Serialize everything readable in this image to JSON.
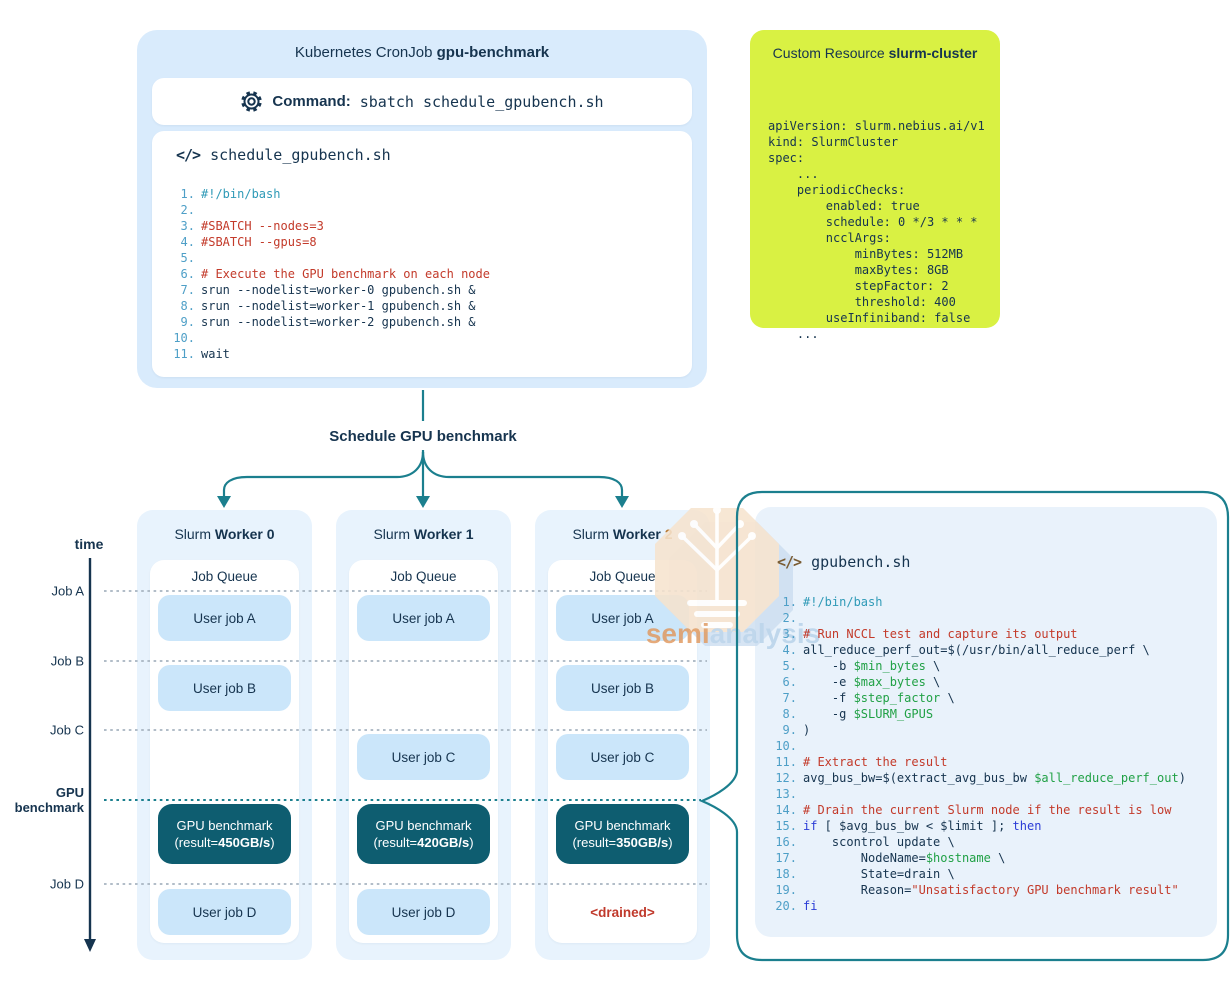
{
  "colors": {
    "navy": "#16344f",
    "teal_stroke": "#1b7f8e",
    "bench_teal": "#0e5d70",
    "panel_blue": "#d9ebfc",
    "worker_blue": "#e8f3fd",
    "job_blue": "#cbe6fa",
    "lime": "#d9f143",
    "comment_red": "#c33a2a",
    "shebang_teal": "#2f9ab7",
    "variable_green": "#21a146",
    "keyword_blue": "#2b3cd6",
    "line_number_blue": "#4e9fc7",
    "orange_num": "#b87a35",
    "drained_red": "#c0392b",
    "dash_grey": "#a7b4c0"
  },
  "icons": {
    "gear": "gear-icon",
    "code_glyph": "</>"
  },
  "cronjob": {
    "title_prefix": "Kubernetes CronJob ",
    "title_bold": "gpu-benchmark",
    "command_label": "Command:",
    "command_value": "sbatch schedule_gpubench.sh",
    "script_name": "schedule_gpubench.sh",
    "code": [
      {
        "n": "1.",
        "p": [
          {
            "t": "#!/bin/bash",
            "c": "sh"
          }
        ]
      },
      {
        "n": "2.",
        "p": []
      },
      {
        "n": "3.",
        "p": [
          {
            "t": "#SBATCH --nodes=3",
            "c": "cm"
          }
        ]
      },
      {
        "n": "4.",
        "p": [
          {
            "t": "#SBATCH --gpus=8",
            "c": "cm"
          }
        ]
      },
      {
        "n": "5.",
        "p": []
      },
      {
        "n": "6.",
        "p": [
          {
            "t": "# Execute the GPU benchmark on each node",
            "c": "cm"
          }
        ]
      },
      {
        "n": "7.",
        "p": [
          {
            "t": "srun --nodelist=worker-0 gpubench.sh &",
            "c": "tx"
          }
        ]
      },
      {
        "n": "8.",
        "p": [
          {
            "t": "srun --nodelist=worker-1 gpubench.sh &",
            "c": "tx"
          }
        ]
      },
      {
        "n": "9.",
        "p": [
          {
            "t": "srun --nodelist=worker-2 gpubench.sh &",
            "c": "tx"
          }
        ]
      },
      {
        "n": "10.",
        "p": []
      },
      {
        "n": "11.",
        "p": [
          {
            "t": "wait",
            "c": "tx"
          }
        ]
      }
    ]
  },
  "crd": {
    "title_prefix": "Custom Resource ",
    "title_bold": "slurm-cluster",
    "yaml": [
      "apiVersion: slurm.nebius.ai/v1",
      "kind: SlurmCluster",
      "spec:",
      "    ...",
      "    periodicChecks:",
      "        enabled: true",
      "        schedule: 0 */3 * * *",
      "        ncclArgs:",
      "            minBytes: 512MB",
      "            maxBytes: 8GB",
      "            stepFactor: 2",
      "            threshold: 400",
      "        useInfiniband: false",
      "    ..."
    ]
  },
  "flow": {
    "schedule_label": "Schedule GPU benchmark"
  },
  "timeline": {
    "axis_label": "time",
    "rows": [
      "Job A",
      "Job B",
      "Job C",
      "GPU benchmark",
      "Job D"
    ]
  },
  "workers": [
    {
      "title_prefix": "Slurm ",
      "title_bold": "Worker 0",
      "title_num": "",
      "queue_label": "Job Queue",
      "slots": [
        {
          "t": "job",
          "label": "User job A"
        },
        {
          "t": "job",
          "label": "User job B"
        },
        {
          "t": "none"
        },
        {
          "t": "bench",
          "line1": "GPU benchmark",
          "pre": "(result=",
          "val": "450GB/s",
          "post": ")"
        },
        {
          "t": "job",
          "label": "User job D"
        }
      ]
    },
    {
      "title_prefix": "Slurm ",
      "title_bold": "Worker 1",
      "title_num": "",
      "queue_label": "Job Queue",
      "slots": [
        {
          "t": "job",
          "label": "User job A"
        },
        {
          "t": "none"
        },
        {
          "t": "job",
          "label": "User job C"
        },
        {
          "t": "bench",
          "line1": "GPU benchmark",
          "pre": "(result=",
          "val": "420GB/s",
          "post": ")"
        },
        {
          "t": "job",
          "label": "User job D"
        }
      ]
    },
    {
      "title_prefix": "Slurm ",
      "title_bold": "Worker ",
      "title_num": "2",
      "queue_label": "Job Queue",
      "slots": [
        {
          "t": "job",
          "label": "User job A"
        },
        {
          "t": "job",
          "label": "User job B"
        },
        {
          "t": "job",
          "label": "User job C"
        },
        {
          "t": "bench",
          "line1": "GPU benchmark",
          "pre": "(result=",
          "val": "350GB/s",
          "post": ")"
        },
        {
          "t": "drained",
          "label": "<drained>"
        }
      ]
    }
  ],
  "gpubench": {
    "script_name": "gpubench.sh",
    "code": [
      {
        "n": "1.",
        "p": [
          {
            "t": "#!/bin/bash",
            "c": "sh"
          }
        ]
      },
      {
        "n": "2.",
        "p": []
      },
      {
        "n": "3.",
        "p": [
          {
            "t": "# Run NCCL test and capture its output",
            "c": "cm"
          }
        ]
      },
      {
        "n": "4.",
        "p": [
          {
            "t": "all_reduce_perf_out=$(/usr/bin/all_reduce_perf \\",
            "c": "tx"
          }
        ]
      },
      {
        "n": "5.",
        "p": [
          {
            "t": "    -b ",
            "c": "tx"
          },
          {
            "t": "$min_bytes",
            "c": "vr"
          },
          {
            "t": " \\",
            "c": "tx"
          }
        ]
      },
      {
        "n": "6.",
        "p": [
          {
            "t": "    -e ",
            "c": "tx"
          },
          {
            "t": "$max_bytes",
            "c": "vr"
          },
          {
            "t": " \\",
            "c": "tx"
          }
        ]
      },
      {
        "n": "7.",
        "p": [
          {
            "t": "    -f ",
            "c": "tx"
          },
          {
            "t": "$step_factor",
            "c": "vr"
          },
          {
            "t": " \\",
            "c": "tx"
          }
        ]
      },
      {
        "n": "8.",
        "p": [
          {
            "t": "    -g ",
            "c": "tx"
          },
          {
            "t": "$SLURM_GPUS",
            "c": "vr"
          }
        ]
      },
      {
        "n": "9.",
        "p": [
          {
            "t": ")",
            "c": "tx"
          }
        ]
      },
      {
        "n": "10.",
        "p": []
      },
      {
        "n": "11.",
        "p": [
          {
            "t": "# Extract the result",
            "c": "cm"
          }
        ]
      },
      {
        "n": "12.",
        "p": [
          {
            "t": "avg_bus_bw=$(extract_avg_bus_bw ",
            "c": "tx"
          },
          {
            "t": "$all_reduce_perf_out",
            "c": "vr"
          },
          {
            "t": ")",
            "c": "tx"
          }
        ]
      },
      {
        "n": "13.",
        "p": []
      },
      {
        "n": "14.",
        "p": [
          {
            "t": "# Drain the current Slurm node if the result is low",
            "c": "cm"
          }
        ]
      },
      {
        "n": "15.",
        "p": [
          {
            "t": "if",
            "c": "kw"
          },
          {
            "t": " [ $avg_bus_bw < $limit ]; ",
            "c": "tx"
          },
          {
            "t": "then",
            "c": "kw"
          }
        ]
      },
      {
        "n": "16.",
        "p": [
          {
            "t": "    scontrol update \\",
            "c": "tx"
          }
        ]
      },
      {
        "n": "17.",
        "p": [
          {
            "t": "        NodeName=",
            "c": "tx"
          },
          {
            "t": "$hostname",
            "c": "vr"
          },
          {
            "t": " \\",
            "c": "tx"
          }
        ]
      },
      {
        "n": "18.",
        "p": [
          {
            "t": "        State=drain \\",
            "c": "tx"
          }
        ]
      },
      {
        "n": "19.",
        "p": [
          {
            "t": "        Reason=",
            "c": "tx"
          },
          {
            "t": "\"Unsatisfactory GPU benchmark result\"",
            "c": "st"
          }
        ]
      },
      {
        "n": "20.",
        "p": [
          {
            "t": "fi",
            "c": "kw"
          }
        ]
      }
    ]
  },
  "watermark": {
    "part1": "semi",
    "part2": "analysis"
  }
}
